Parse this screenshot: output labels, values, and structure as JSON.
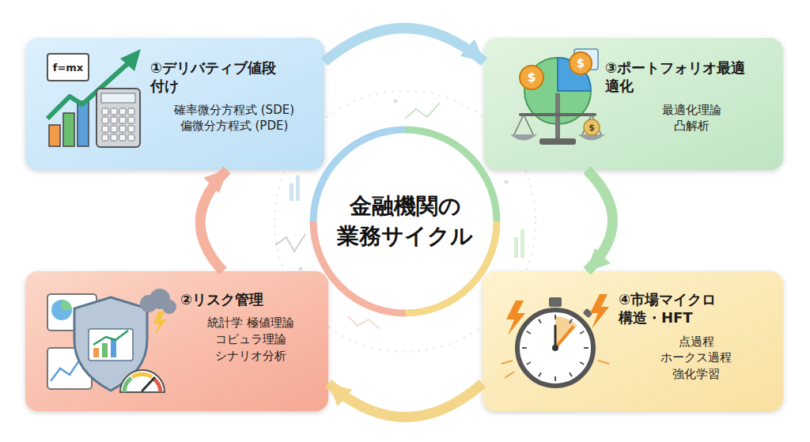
{
  "diagram": {
    "nodes": [
      {
        "text": [
          "①デリバティブ値段付け",
          "確率微分方程式 (SDE) 偏微分方程式 (PDE)"
        ]
      },
      {
        "text": [
          "③ポートフォリオ最適適化",
          "最適化理論 凸解析"
        ]
      },
      {
        "text": [
          "金融機関の 業務サイクル"
        ]
      },
      {
        "text": [
          "②リスク管理",
          "統計学 極値理論 コピュラ理論 シナリオ分析"
        ]
      },
      {
        "text": [
          "④市場マイクロ構造・HFT",
          "点過程 ホークス過程 強化学習"
        ]
      }
    ],
    "edges": [
      {
        "from": 0,
        "to": 1,
        "arrow": "to"
      },
      {
        "from": 1,
        "to": 4,
        "arrow": "to"
      },
      {
        "from": 4,
        "to": 3,
        "arrow": "to"
      },
      {
        "from": 3,
        "to": 0,
        "arrow": "to"
      }
    ],
    "labels": [
      "f=mx",
      "$",
      "$",
      "$"
    ]
  }
}
